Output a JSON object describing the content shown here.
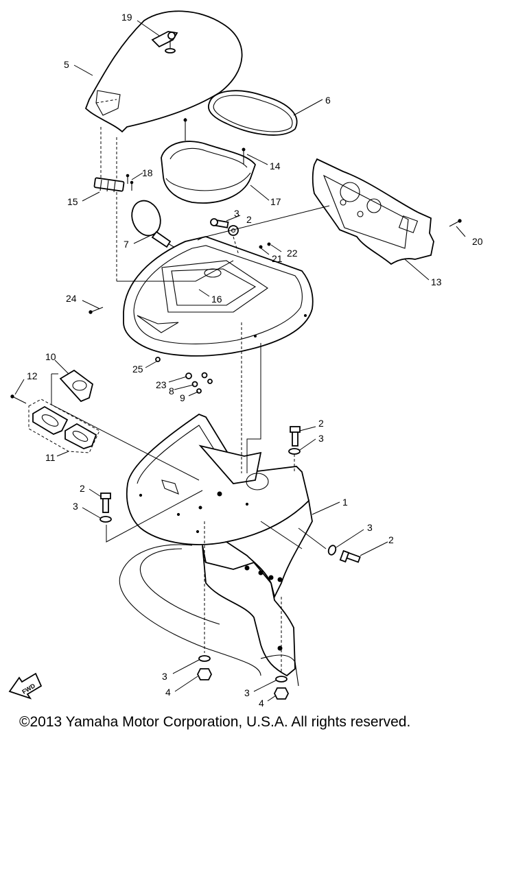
{
  "copyright": "©2013 Yamaha Motor Corporation, U.S.A. All rights reserved.",
  "fwd_arrow": "FWD",
  "callouts": [
    "1",
    "2",
    "3",
    "4",
    "5",
    "6",
    "7",
    "8",
    "9",
    "10",
    "11",
    "12",
    "13",
    "14",
    "15",
    "16",
    "17",
    "18",
    "19",
    "20",
    "21",
    "22",
    "23",
    "24",
    "25"
  ]
}
